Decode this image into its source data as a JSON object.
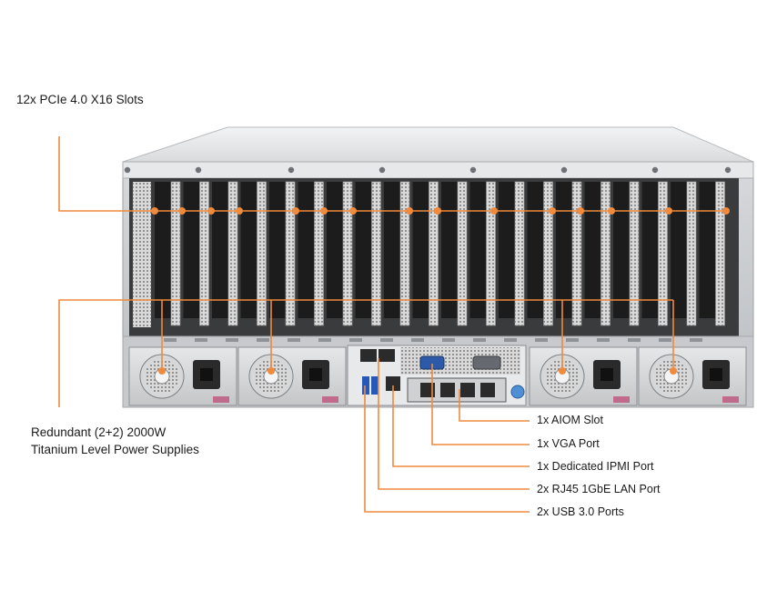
{
  "callouts": {
    "pcie": "12x PCIe 4.0 X16 Slots",
    "psu_line1": "Redundant (2+2) 2000W",
    "psu_line2": "Titanium Level Power Supplies",
    "aiom": "1x AIOM Slot",
    "vga": "1x VGA Port",
    "ipmi": "1x Dedicated IPMI Port",
    "lan": "2x RJ45 1GbE LAN Port",
    "usb": "2x USB 3.0 Ports"
  },
  "colors": {
    "callout_line": "#f08a3c",
    "chassis_top": "#e4e6e8",
    "chassis_face": "#d2d4d7",
    "slot_dark": "#1f1f1f",
    "bracket_light": "#e8e8e8"
  }
}
